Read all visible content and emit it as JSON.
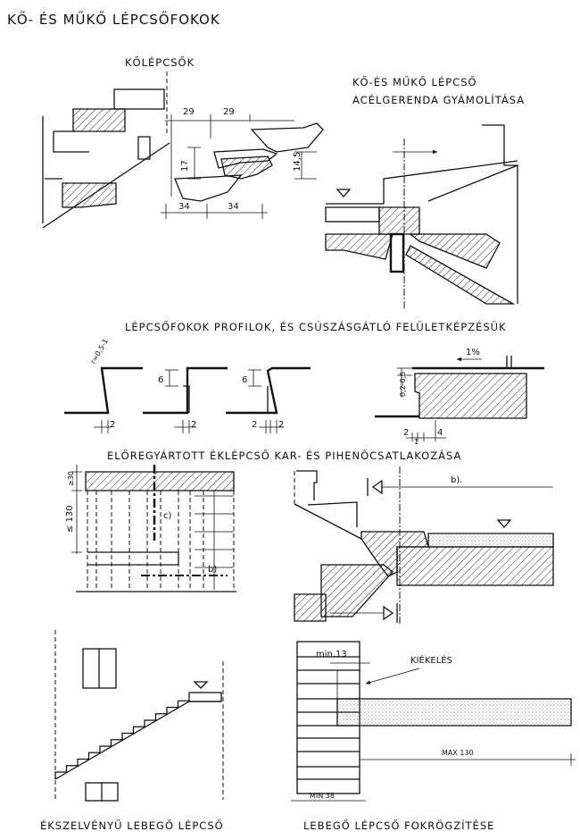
{
  "title": "KŐ- ÉS MŰKŐ LÉPCSŐFOKOK",
  "section1": {
    "left_label": "KŐLÉPCSŐK",
    "right_label_line1": "KŐ-ÉS MŰKŐ LÉPCSŐ",
    "right_label_line2": "ACÉLGERENDA GYÁMOLÍTÁSA",
    "dims": {
      "tread_a": "29",
      "tread_b": "29",
      "riser": "17",
      "riser_b": "14,5",
      "width_a": "34",
      "width_b": "34"
    }
  },
  "section2": {
    "caption": "LÉPCSŐFOKOK PROFILOK, ÉS CSÚSZÁSGÁTLÓ FELÜLETKÉPZÉSÜK",
    "dims": {
      "radius": "r=0,5-1",
      "h1": "6",
      "h2": "6",
      "w1": "2",
      "w2": "2",
      "w3a": "2",
      "w3b": "2",
      "slope": "1%",
      "gap": "0,2-0,5",
      "b1": "2",
      "b2": "1",
      "b3": "4"
    }
  },
  "section3": {
    "caption": "ELŐREGYÁRTOTT ÉKLÉPCSŐ KAR- ÉS PIHENŐCSATLAKOZÁSA",
    "dims": {
      "top": "≥30",
      "height": "≤ 130",
      "c_label": "c)",
      "b_label_left": "b)",
      "b_label_right": "b)."
    }
  },
  "section4": {
    "left_caption": "ÉKSZELVÉNYŰ LEBEGŐ LÉPCSŐ",
    "right_caption": "LEBEGŐ LÉPCSŐ FOKRÖGZÍTÉSE",
    "dims": {
      "min13": "min.13",
      "kiekeles": "KIÉKELÉS",
      "max130": "MAX 130",
      "min38": "MIN 38"
    }
  }
}
